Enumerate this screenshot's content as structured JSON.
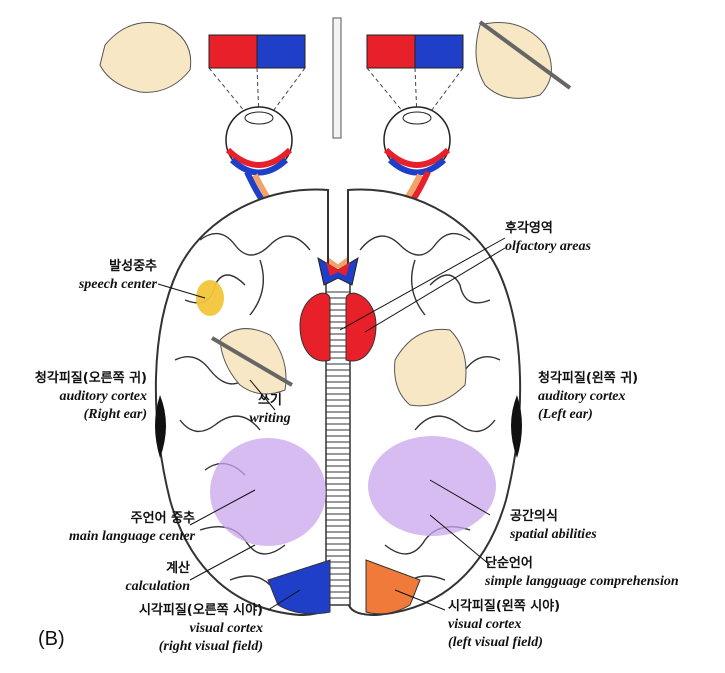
{
  "panel_letter": "(B)",
  "labels": {
    "olfactory": {
      "ko": "후각영역",
      "en": "olfactory areas"
    },
    "speech": {
      "ko": "발성중추",
      "en": "speech center"
    },
    "auditory_right": {
      "ko": "청각피질(오른쪽 귀)",
      "en1": "auditory cortex",
      "en2": "(Right ear)"
    },
    "auditory_left": {
      "ko": "청각피질(왼쪽 귀)",
      "en1": "auditory cortex",
      "en2": "(Left ear)"
    },
    "writing": {
      "ko": "쓰기",
      "en": "writing"
    },
    "main_language": {
      "ko": "주언어 중추",
      "en": "main language center"
    },
    "spatial": {
      "ko": "공간의식",
      "en": "spatial abilities"
    },
    "calculation": {
      "ko": "계산",
      "en": "calculation"
    },
    "simple_language": {
      "ko": "단순언어",
      "en": "simple langguage comprehension"
    },
    "visual_right": {
      "ko": "시각피질(오른쪽 시야)",
      "en1": "visual cortex",
      "en2": "(right visual field)"
    },
    "visual_left": {
      "ko": "시각피질(왼쪽 시야)",
      "en1": "visual cortex",
      "en2": "(left visual field)"
    }
  },
  "colors": {
    "red": "#e8202a",
    "blue": "#1f3fc8",
    "speech_yellow": "#f2c53a",
    "language_purple": "#c9a6ee",
    "visual_orange": "#f07a3a",
    "skin": "#f7e7c4",
    "cortex_outline": "#333333"
  }
}
